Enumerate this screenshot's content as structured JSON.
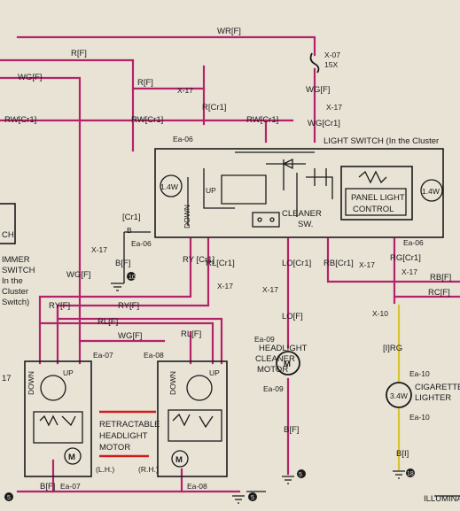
{
  "wire_labels": {
    "wr_f": "WR[F]",
    "r_f_top": "R[F]",
    "r_f_mid": "R[F]",
    "wg_f_left": "WG[F]",
    "rw_cr1_left": "RW[Cr1]",
    "rw_cr1_mid": "RW[Cr1]",
    "rw_cr1_right": "RW[Cr1]",
    "r_cr1": "R[Cr1]",
    "wg_cr1": "WG[Cr1]",
    "wg_f_fuse": "WG[F]",
    "ry_cr1": "RY\n[Cr1]",
    "rl_cr1": "RL[Cr1]",
    "lo_cr1": "LO[Cr1]",
    "rb_cr1": "RB[Cr1]",
    "rg_cr1": "RG[Cr1]",
    "rb_f": "RB[F]",
    "rc_f": "RC[F]",
    "b_cr1": "[Cr1]",
    "b_f_left": "B[F]",
    "wg_f_mid": "WG[F]",
    "ry_f_1": "RY[F]",
    "ry_f_2": "RY[F]",
    "rl_f_1": "RL[F]",
    "rl_f_2": "RL[F]",
    "wg_f_lower": "WG[F]",
    "lo_f": "LO[F]",
    "b_f_motor": "B[F]",
    "irg": "[I]RG",
    "b_i": "B[I]",
    "b_f_bottom": "B[F]"
  },
  "connectors": {
    "x07": "X-07",
    "fuse_15x": "15X",
    "x17_a": "X-17",
    "x17_b": "X-17",
    "x17_c": "X-17",
    "x17_d": "X-17",
    "x17_e": "X-17",
    "x17_f": "X-17",
    "x17_g": "X-17",
    "x17_h": "X-17",
    "ea06_a": "Ea-06",
    "ea06_b": "Ea-06",
    "ea06_c": "Ea-06",
    "ea07_a": "Ea-07",
    "ea07_b": "Ea-07",
    "ea08_a": "Ea-08",
    "ea08_b": "Ea-08",
    "ea09_a": "Ea-09",
    "ea09_b": "Ea-09",
    "ea10_a": "Ea-10",
    "ea10_b": "Ea-10",
    "x10": "X-10",
    "b_term": "B"
  },
  "components": {
    "light_switch": "LIGHT SWITCH (In the Cluster",
    "lamp_14w_left": "1.4W",
    "lamp_14w_right": "1.4W",
    "down": "DOWN",
    "up": "UP",
    "cleaner_sw": "CLEANER\nSW.",
    "panel_light_control": "PANEL LIGHT\nCONTROL",
    "headlight_cleaner_motor": "HEADLIGHT\nCLEANER\nMOTOR",
    "motor_m": "M",
    "cigarette_lighter": "CIGARETTE\nLIGHTER",
    "lighter_34w": "3.4W",
    "retractable_motor": "RETRACTABLE\nHEADLIGHT\nMOTOR",
    "lh": "(L.H.)",
    "rh": "(R.H.)",
    "dimmer_switch": "IMMER\nSWITCH\nIn the\nCluster\nSwitch)",
    "left_edge_ch": "CH",
    "left_edge_17": "17",
    "illumination": "ILLUMINA"
  },
  "ground_marks": {
    "g10": "10",
    "g5_a": "5",
    "g5_b": "5",
    "g5_c": "5",
    "g18": "18"
  },
  "colors": {
    "wire_pink": "#b4236a",
    "wire_yellow": "#d8c230",
    "highlight_red": "#d21c1c",
    "paper": "#e9e3d6"
  }
}
